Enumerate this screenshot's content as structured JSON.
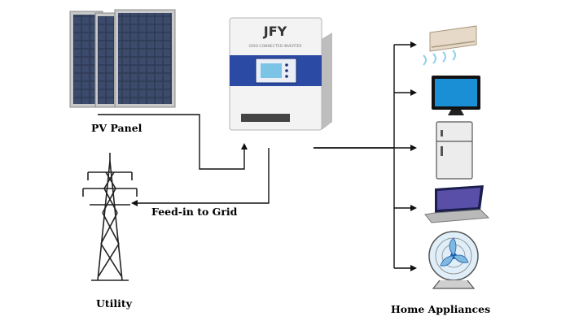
{
  "labels": {
    "pv_panel": "PV Panel",
    "utility": "Utility",
    "feed_in": "Feed-in to Grid",
    "home_appliances": "Home Appliances"
  },
  "inverter": {
    "brand": "JFY",
    "subtitle": "GRID-CONNECTED INVERTER"
  },
  "appliances": [
    "air-conditioner-icon",
    "television-icon",
    "refrigerator-icon",
    "laptop-icon",
    "fan-icon"
  ],
  "colors": {
    "line": "#111111",
    "panel_blue": "#2f3b56",
    "inverter_band": "#2b4aa3",
    "inverter_body": "#f3f3f3",
    "screen": "#7cc4e6"
  }
}
